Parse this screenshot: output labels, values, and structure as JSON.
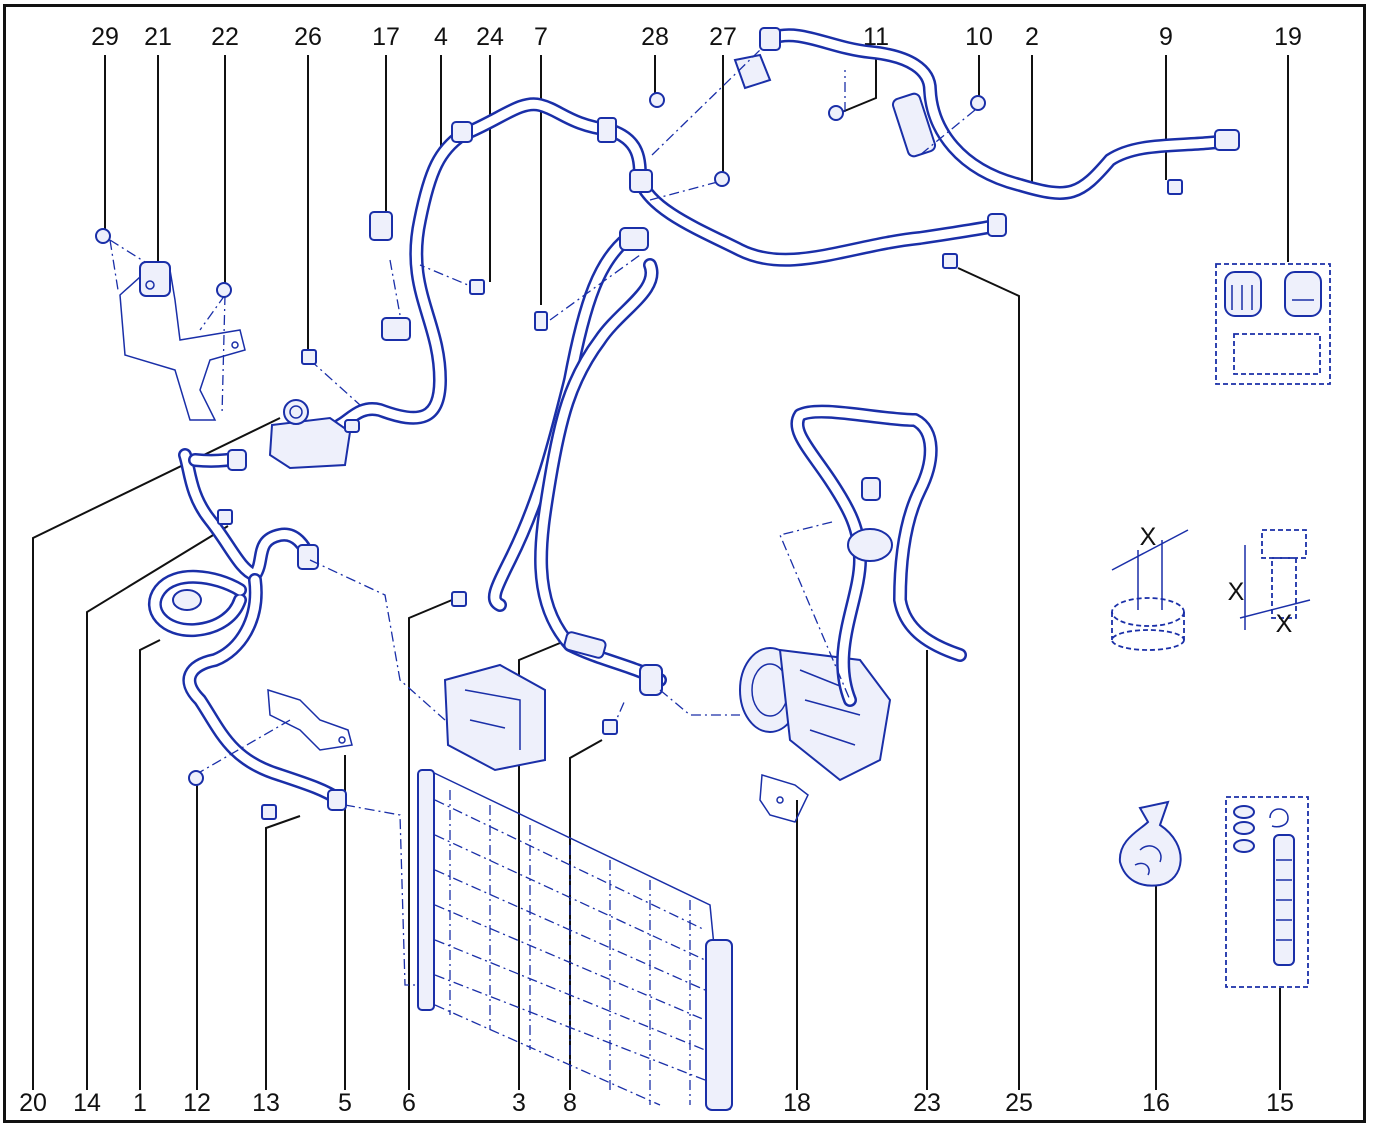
{
  "callouts": {
    "top": [
      "29",
      "21",
      "22",
      "26",
      "17",
      "4",
      "24",
      "7",
      "28",
      "27",
      "11",
      "10",
      "2",
      "9",
      "19"
    ],
    "bottom": [
      "20",
      "14",
      "1",
      "12",
      "13",
      "5",
      "6",
      "3",
      "8",
      "18",
      "23",
      "25",
      "16",
      "15"
    ]
  },
  "dimension_marks": {
    "nut": "X",
    "bolt_height": "X",
    "bolt_width": "X"
  }
}
